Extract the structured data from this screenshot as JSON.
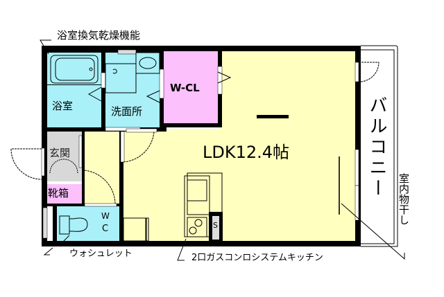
{
  "floorplan": {
    "colors": {
      "wall": "#000000",
      "wet_area": "#aaf0f8",
      "closet": "#fcc0fc",
      "living": "#ffffc0",
      "entrance": "#d8d8d8",
      "shoebox": "#fcc0fc"
    },
    "rooms": {
      "bathroom": "浴室",
      "washroom": "洗面所",
      "walk_in_closet": "W-CL",
      "ldk": "LDK12.4帖",
      "entrance": "玄関",
      "shoe_box": "靴箱",
      "toilet_w": "W",
      "toilet_c": "C",
      "balcony": "バルコニー"
    },
    "annotations": {
      "bath_dryer": "浴室換気乾燥機能",
      "washlet": "ウォシュレット",
      "kitchen": "2口ガスコンロシステムキッチン",
      "indoor_drying": "室内物干し",
      "kitchen_s": "S"
    }
  }
}
